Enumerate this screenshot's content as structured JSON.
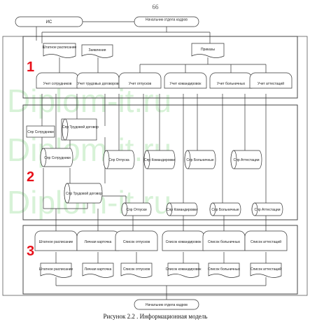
{
  "page_number": "66",
  "watermark": "Diplom-it.ru",
  "top": {
    "is": "ИС",
    "head_top": "Начальник отдела кадров"
  },
  "section_numbers": [
    "1",
    "2",
    "3"
  ],
  "colors": {
    "section_number": "#e8101a",
    "watermark": "#b8e8b8"
  },
  "s1": {
    "docs": [
      "Штатное расписание",
      "Заявления",
      "Приказы"
    ],
    "processes": [
      "Учет сотрудников",
      "Учет трудовых договоров",
      "Учет отпусков",
      "Учет командировок",
      "Учет больничных",
      "Учет аттестаций"
    ]
  },
  "s2": {
    "spr_sotr_small": "Спр Сотрудники",
    "spr_trud_a": "Спр Трудовой договор",
    "spr_sotr": "Спр Сотрудники",
    "spr_otpusk": "Спр Отпуска",
    "spr_kom": "Спр Командировки",
    "spr_bol": "Спр Больничные",
    "spr_att": "Спр Аттестации",
    "spr_trud_b": "Спр Трудовой договор",
    "spr_otpusk2": "Спр Отпуски",
    "spr_kom2": "Спр Командировки",
    "spr_bol2": "Спр Больничные",
    "spr_att2": "Спр Аттестации"
  },
  "s3": {
    "processes": [
      "Штатное расписание",
      "Личная карточка",
      "Список отпусков",
      "Список командировок",
      "Список больничных",
      "Список аттестаций"
    ],
    "docs": [
      "Штатное расписание",
      "Личная карточка",
      "Список отпусков",
      "Список командировок",
      "Список больничных",
      "Список аттестаций"
    ]
  },
  "bottom": {
    "head_bottom": "Начальник отдела кадров"
  },
  "caption": "Рисунок 2.2 . Информационная модель"
}
